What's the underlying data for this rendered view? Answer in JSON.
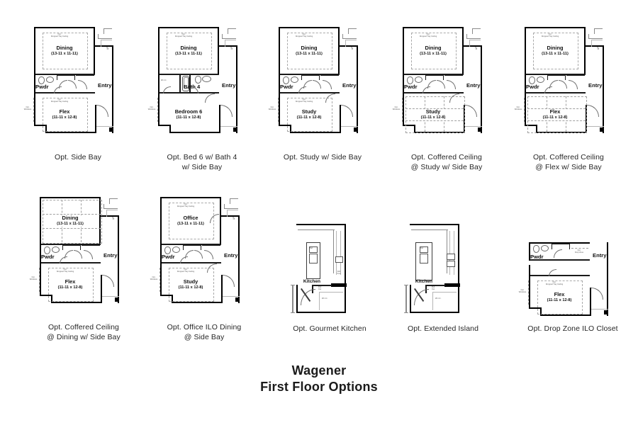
{
  "sheet": {
    "title_line1": "Wagener",
    "title_line2": "First Floor Options"
  },
  "labels": {
    "tray_ceiling": "Opt.\nDropped Tray Ceiling",
    "opt_windows": "Opt.\nWindows",
    "opt_drop_zone": "Opt.\nDrop Zone",
    "up": "UP",
    "wic": "W.I.C.",
    "pull_out": "Pull\nOut",
    "roll_over": "Roll\nOver",
    "appliance": "Ref."
  },
  "plans": [
    {
      "id": "opt-side-bay",
      "caption": "Opt. Side Bay",
      "rooms": [
        {
          "name": "Dining",
          "dim": "(13-11 x 11-11)"
        },
        {
          "name": "Flex",
          "dim": "(11-11 x 12-8)"
        }
      ],
      "tags": [
        "Pwdr",
        "Entry"
      ]
    },
    {
      "id": "opt-bed6-bath4-side-bay",
      "caption": "Opt. Bed 6 w/ Bath 4\nw/ Side Bay",
      "rooms": [
        {
          "name": "Dining",
          "dim": "(13-11 x 11-11)"
        },
        {
          "name": "Bedroom 6",
          "dim": "(11-11 x 12-8)"
        }
      ],
      "tags": [
        "Bath 4",
        "Entry"
      ]
    },
    {
      "id": "opt-study-side-bay",
      "caption": "Opt. Study w/ Side Bay",
      "rooms": [
        {
          "name": "Dining",
          "dim": "(13-11 x 11-11)"
        },
        {
          "name": "Study",
          "dim": "(11-11 x 12-8)"
        }
      ],
      "tags": [
        "Pwdr",
        "Entry"
      ]
    },
    {
      "id": "opt-coffered-study-side-bay",
      "caption": "Opt. Coffered Ceiling\n@ Study w/ Side Bay",
      "rooms": [
        {
          "name": "Dining",
          "dim": "(13-11 x 11-11)"
        },
        {
          "name": "Study",
          "dim": "(11-11 x 12-8)"
        }
      ],
      "tags": [
        "Pwdr",
        "Entry"
      ]
    },
    {
      "id": "opt-coffered-flex-side-bay",
      "caption": "Opt. Coffered Ceiling\n@ Flex w/ Side Bay",
      "rooms": [
        {
          "name": "Dining",
          "dim": "(13-11 x 11-11)"
        },
        {
          "name": "Flex",
          "dim": "(11-11 x 12-8)"
        }
      ],
      "tags": [
        "Pwdr",
        "Entry"
      ]
    },
    {
      "id": "opt-coffered-dining-side-bay",
      "caption": "Opt. Coffered Ceiling\n@ Dining w/ Side Bay",
      "rooms": [
        {
          "name": "Dining",
          "dim": "(13-11 x 11-11)"
        },
        {
          "name": "Flex",
          "dim": "(11-11 x 12-8)"
        }
      ],
      "tags": [
        "Pwdr",
        "Entry"
      ]
    },
    {
      "id": "opt-office-ilo-dining-side-bay",
      "caption": "Opt. Office ILO Dining\n@ Side Bay",
      "rooms": [
        {
          "name": "Office",
          "dim": "(13-11 x 11-11)"
        },
        {
          "name": "Study",
          "dim": "(11-11 x 12-8)"
        }
      ],
      "tags": [
        "Pwdr",
        "Entry"
      ]
    },
    {
      "id": "opt-gourmet-kitchen",
      "caption": "Opt. Gourmet Kitchen",
      "rooms": [
        {
          "name": "Kitchen",
          "dim": ""
        }
      ],
      "tags": []
    },
    {
      "id": "opt-extended-island",
      "caption": "Opt. Extended Island",
      "rooms": [
        {
          "name": "Kitchen",
          "dim": ""
        }
      ],
      "tags": []
    },
    {
      "id": "opt-drop-zone-ilo-closet",
      "caption": "Opt. Drop Zone ILO Closet",
      "rooms": [
        {
          "name": "Flex",
          "dim": "(11-11 x 12-8)"
        }
      ],
      "tags": [
        "Pwdr",
        "Entry"
      ]
    }
  ]
}
